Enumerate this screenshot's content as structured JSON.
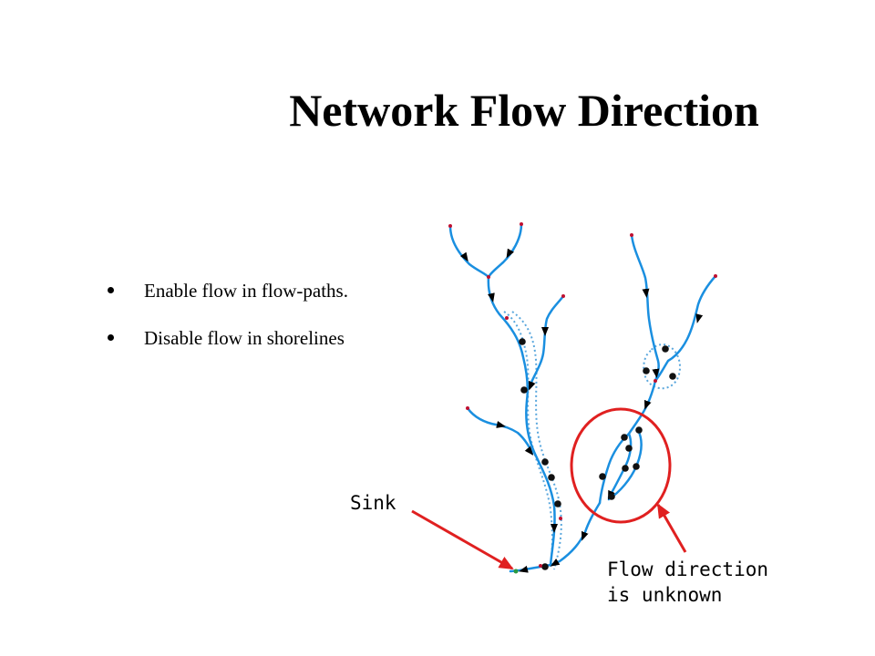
{
  "slide": {
    "title": "Network Flow Direction",
    "bullets": [
      "Enable flow in flow-paths.",
      "Disable flow in shorelines"
    ]
  },
  "diagram": {
    "labels": {
      "sink": "Sink",
      "flow_unknown_line1": "Flow direction",
      "flow_unknown_line2": "is unknown"
    },
    "colors": {
      "stream": "#1a8fe0",
      "shoreline": "#5aa7dd",
      "callout": "#e02020",
      "node": "#111111",
      "endpoint": "#c01030"
    }
  }
}
